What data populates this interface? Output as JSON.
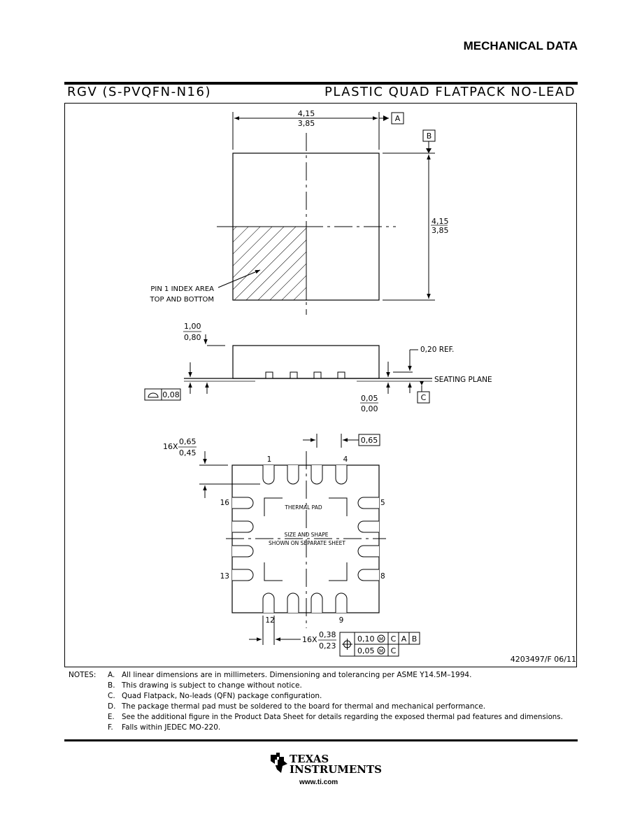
{
  "header": {
    "section_title": "MECHANICAL DATA"
  },
  "drawing": {
    "package_code": "RGV (S-PVQFN-N16)",
    "package_name": "PLASTIC QUAD FLATPACK NO-LEAD",
    "doc_number": "4203497/F 06/11",
    "top_view": {
      "width_max": "4,15",
      "width_min": "3,85",
      "datum_a": "A",
      "height_max": "4,15",
      "height_min": "3,85",
      "datum_b": "B",
      "pin1_label_1": "PIN 1 INDEX AREA",
      "pin1_label_2": "TOP AND BOTTOM"
    },
    "side_view": {
      "thick_max": "1,00",
      "thick_min": "0,80",
      "ref": "0,20 REF.",
      "seating_plane": "SEATING PLANE",
      "standoff_max": "0,05",
      "standoff_min": "0,00",
      "flatness": "0,08",
      "datum_c": "C"
    },
    "bottom_view": {
      "lead_len_prefix": "16X",
      "lead_len_max": "0,65",
      "lead_len_min": "0,45",
      "pitch": "0,65",
      "pin_1": "1",
      "pin_4": "4",
      "pin_5": "5",
      "pin_8": "8",
      "pin_9": "9",
      "pin_12": "12",
      "pin_13": "13",
      "pin_16": "16",
      "thermal_pad": "THERMAL PAD",
      "size_shape": "SIZE AND SHAPE",
      "separate_sheet": "SHOWN ON SEPARATE SHEET",
      "lead_w_prefix": "16X",
      "lead_w_max": "0,38",
      "lead_w_min": "0,23",
      "tol_1": "0,10",
      "tol_2": "0,05",
      "mod_m": "M",
      "datum_c": "C",
      "datum_a": "A",
      "datum_b": "B"
    }
  },
  "notes": {
    "label": "NOTES:",
    "items": [
      {
        "key": "A.",
        "text": "All linear dimensions are in millimeters. Dimensioning and tolerancing per ASME Y14.5M–1994."
      },
      {
        "key": "B.",
        "text": "This drawing is subject to change without notice."
      },
      {
        "key": "C.",
        "text": "Quad Flatpack, No-leads (QFN) package configuration."
      },
      {
        "key": "D.",
        "text": "The package thermal pad must be soldered to the board for thermal and mechanical performance."
      },
      {
        "key": "E.",
        "text": "See the additional figure in the Product Data Sheet for details regarding the exposed thermal pad features and dimensions."
      },
      {
        "key": "F.",
        "text": "Falls within JEDEC MO-220."
      }
    ]
  },
  "footer": {
    "brand_line_1": "TEXAS",
    "brand_line_2": "INSTRUMENTS",
    "website": "www.ti.com",
    "logo_icon": "ti-logo-icon"
  }
}
